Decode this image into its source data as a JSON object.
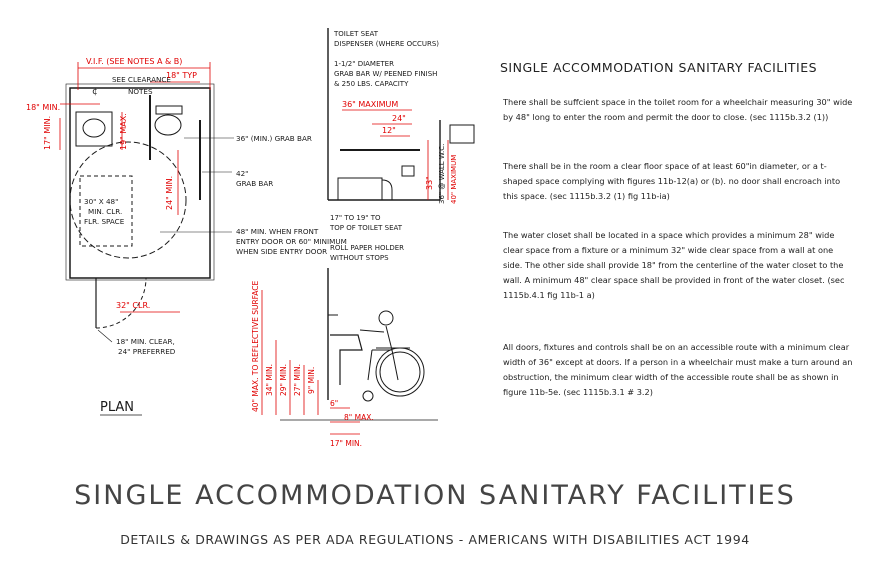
{
  "title": "SINGLE ACCOMMODATION SANITARY FACILITIES",
  "subtitle": "DETAILS & DRAWINGS AS PER ADA REGULATIONS - AMERICANS WITH DISABILITIES ACT 1994",
  "notes": {
    "heading": "SINGLE ACCOMMODATION SANITARY FACILITIES",
    "paragraphs": [
      "There shall be suffcient space in the toilet room for a wheelchair measuring 30\" wide by 48\" long to enter the room and permit the door to close. (sec 1115b.3.2 (1))",
      "There shall be in the room a clear floor space of at least 60\"in diameter, or a t-shaped space complying with figures 11b-12(a) or (b). no door shall encroach into this space. (sec 1115b.3.2 (1) fig 11b-ia)",
      "The water closet shall be located in a space which provides a minimum 28\" wide clear space from a fixture or a minimum 32\" wide clear space from a wall at one side. The other side shall provide 18\" from the centerline of the water closet to the wall. A minimum 48\" clear space shall be provided in front of the water closet. (sec 1115b.4.1 fig 11b-1 a)",
      "All doors, fixtures and controls shall be on an accessible route with a minimum clear width of 36\" except at doors. If a person in a wheelchair must make a turn around an obstruction, the minimum clear width of the accessible route shall be as shown in figure 11b-5e. (sec 1115b.3.1 # 3.2)"
    ]
  },
  "plan": {
    "label": "PLAN",
    "vif": "V.I.F. (SEE NOTES A & B)",
    "see_clearance_1": "SEE CLEARANCE",
    "see_clearance_2": "NOTES",
    "centerline": "¢",
    "dim_18_typ": "18\" TYP",
    "dim_18_min": "18\" MIN.",
    "dim_17_min": "17\" MIN.",
    "dim_19_max": "19\" MAX.",
    "dim_24_min": "24\" MIN.",
    "dim_32_clr": "32\" CLR.",
    "dim_42": "42\"",
    "space_1": "30\" X 48\"",
    "space_2": "MIN. CLR.",
    "space_3": "FLR. SPACE",
    "grab_bar_36": "36\" (MIN.) GRAB BAR",
    "grab_bar_42a": "42\"",
    "grab_bar_42b": "GRAB BAR",
    "door_note_1": "48\" MIN. WHEN FRONT",
    "door_note_2": "ENTRY DOOR OR 60\" MINIMUM",
    "door_note_3": "WHEN SIDE ENTRY DOOR",
    "clear_1": "18\" MIN. CLEAR,",
    "clear_2": "24\" PREFERRED"
  },
  "elevation": {
    "seat_disp_1": "TOILET SEAT",
    "seat_disp_2": "DISPENSER (WHERE OCCURS)",
    "grab_1": "1-1/2\" DIAMETER",
    "grab_2": "GRAB BAR W/ PEENED FINISH",
    "grab_3": "& 250 LBS. CAPACITY",
    "dim_36_max": "36\" MAXIMUM",
    "dim_24": "24\"",
    "dim_12": "12\"",
    "dim_33": "33\"",
    "dim_36_wc": "36\" @ WALL W.C.",
    "dim_40_max": "40\" MAXIMUM",
    "seat_1": "17\" TO 19\" TO",
    "seat_2": "TOP OF TOILET SEAT",
    "roll_1": "ROLL PAPER HOLDER",
    "roll_2": "WITHOUT STOPS"
  },
  "section": {
    "reflective": "40\" MAX. TO REFLECTIVE SURFACE",
    "dim_34": "34\" MIN.",
    "dim_29": "29\" MIN.",
    "dim_27": "27\" MIN.",
    "dim_9": "9\" MIN.",
    "dim_6": "6\"",
    "dim_8": "8\" MAX.",
    "dim_17": "17\" MIN."
  },
  "colors": {
    "dimension": "#e00000",
    "linework": "#1a1a1a",
    "text": "#222222"
  }
}
